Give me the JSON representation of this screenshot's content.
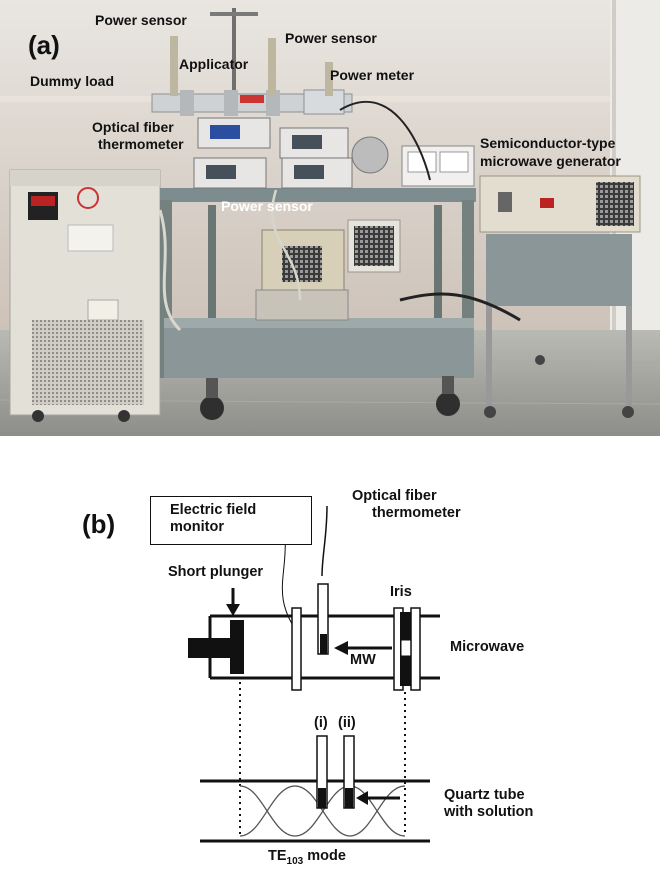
{
  "panel_a": {
    "label": "(a)",
    "labels": {
      "power_sensor_top": "Power sensor",
      "power_sensor_right": "Power sensor",
      "applicator": "Applicator",
      "dummy_load": "Dummy load",
      "power_meter": "Power meter",
      "optical_fiber_line1": "Optical fiber",
      "optical_fiber_line2": "thermometer",
      "power_sensor_bottom": "Power sensor",
      "generator_line1": "Semiconductor-type",
      "generator_line2": "microwave generator"
    }
  },
  "panel_b": {
    "label": "(b)",
    "labels": {
      "efield_line1": "Electric field",
      "efield_line2": "monitor",
      "thermometer_line1": "Optical fiber",
      "thermometer_line2": "thermometer",
      "short_plunger": "Short plunger",
      "iris": "Iris",
      "microwave": "Microwave",
      "mw": "MW",
      "pos_i": "(i)",
      "pos_ii": "(ii)",
      "quartz_line1": "Quartz tube",
      "quartz_line2": "with solution",
      "mode_prefix": "TE",
      "mode_sub": "103",
      "mode_suffix": " mode"
    }
  },
  "colors": {
    "lab_wall": "#cfc6bd",
    "floor": "#9fa09b",
    "cart_frame": "#7d8c8e",
    "chiller_body": "#e6e4dc",
    "diagram_stroke": "#111111"
  }
}
